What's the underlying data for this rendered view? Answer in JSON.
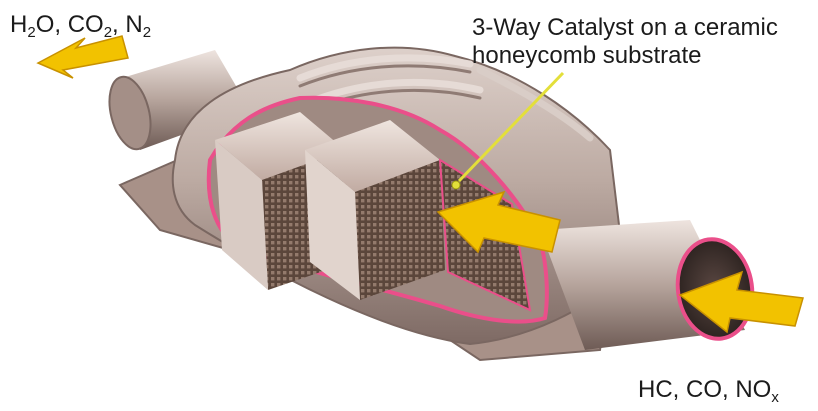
{
  "labels": {
    "exhaust_products": [
      {
        "text": "H"
      },
      {
        "text": "2",
        "sub": true
      },
      {
        "text": "O, CO"
      },
      {
        "text": "2",
        "sub": true
      },
      {
        "text": ", N"
      },
      {
        "text": "2",
        "sub": true
      }
    ],
    "intake_gases": [
      {
        "text": "HC, CO, NO"
      },
      {
        "text": "x",
        "sub": true
      }
    ],
    "catalyst_line_1": "3-Way Catalyst on a ceramic",
    "catalyst_line_2": "honeycomb substrate"
  },
  "colors": {
    "flow_arrow": "#f2c200",
    "flow_arrow_outline": "#c89100",
    "pointer_line": "#e3df3a",
    "shell_metal": "#bcaaa2",
    "cutaway_edge": "#ea4f8a",
    "honeycomb": "#6d5548"
  }
}
